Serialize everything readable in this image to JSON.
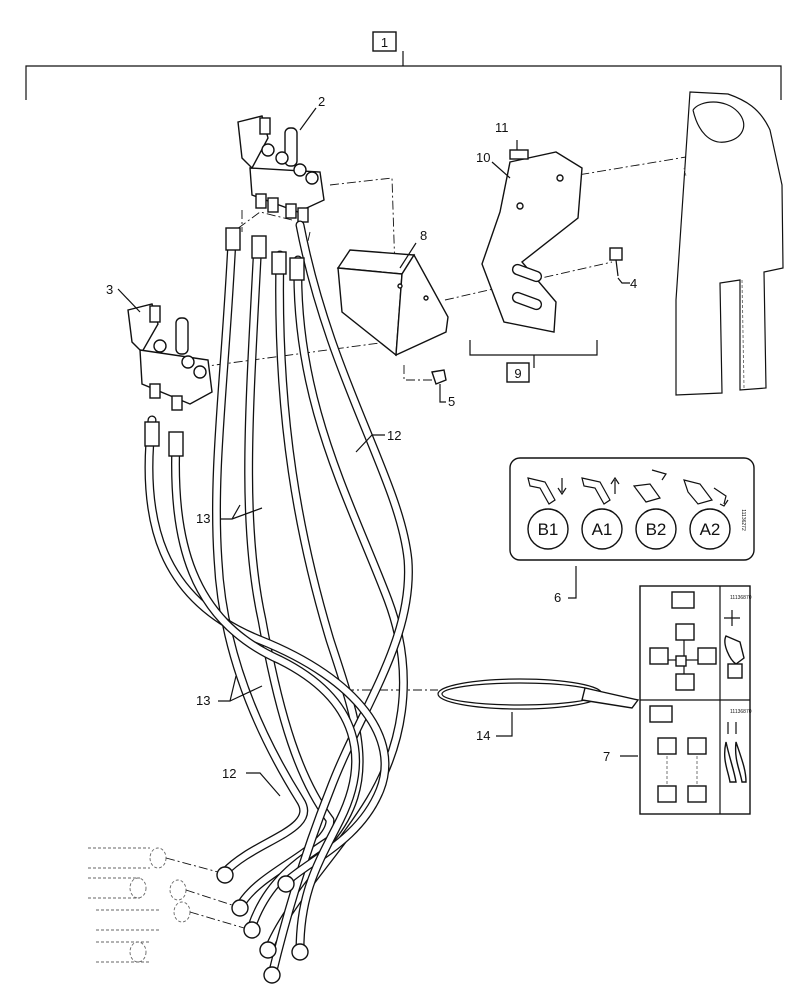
{
  "callouts": {
    "c1": "1",
    "c2": "2",
    "c3": "3",
    "c4": "4",
    "c5": "5",
    "c6": "6",
    "c7": "7",
    "c8": "8",
    "c9": "9",
    "c10": "10",
    "c11": "11",
    "c12a": "12",
    "c12b": "12",
    "c13a": "13",
    "c13b": "13",
    "c14": "14"
  },
  "decal6": {
    "labels": [
      "B1",
      "A1",
      "B2",
      "A2"
    ],
    "code": "11136272"
  },
  "decal7": {
    "code_top": "11136870",
    "code_bottom": "11136870"
  }
}
